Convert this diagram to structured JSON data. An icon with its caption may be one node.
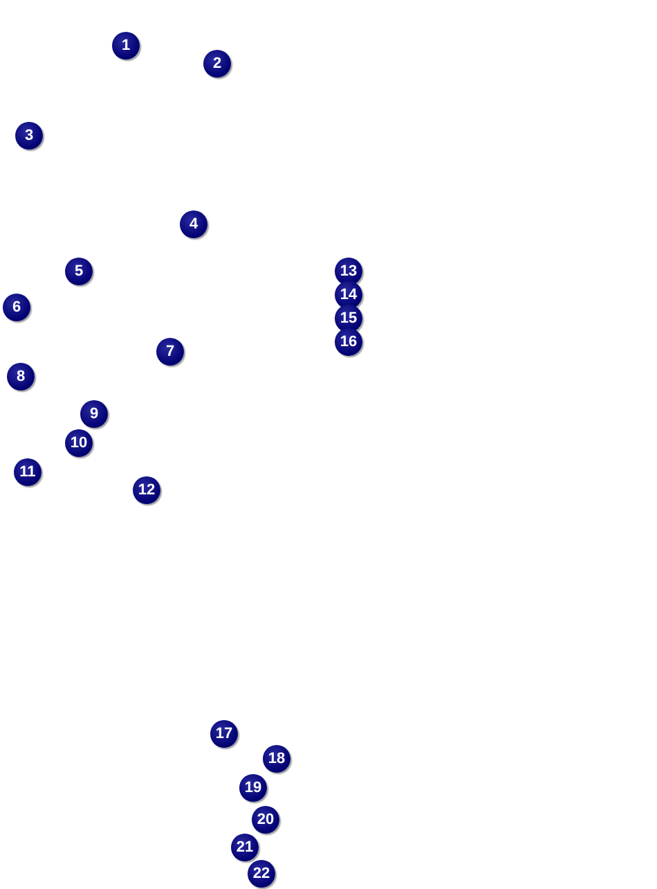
{
  "diagram": {
    "labels": [
      "1",
      "2",
      "3",
      "4",
      "5",
      "6",
      "7",
      "8",
      "9",
      "10",
      "11",
      "12",
      "13",
      "14",
      "15",
      "16",
      "17",
      "18",
      "19",
      "20",
      "21",
      "22"
    ]
  }
}
